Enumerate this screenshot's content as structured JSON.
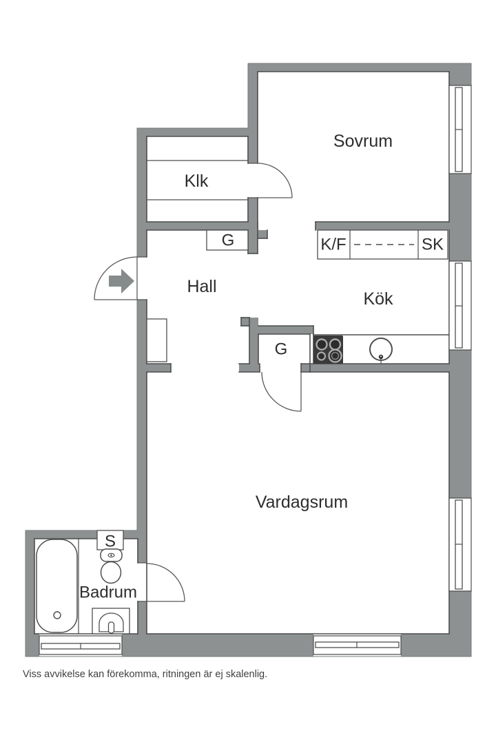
{
  "floorplan": {
    "rooms": {
      "bedroom": "Sovrum",
      "walk_in_closet": "Klk",
      "hall": "Hall",
      "kitchen": "Kök",
      "living_room": "Vardagsrum",
      "bathroom": "Badrum"
    },
    "fixtures": {
      "wardrobe_hall": "G",
      "wardrobe_kitchen": "G",
      "shaft": "S",
      "fridge_freezer": "K/F",
      "tall_cabinet": "SK"
    },
    "disclaimer": "Viss avvikelse kan förekomma, ritningen är ej skalenlig.",
    "colors": {
      "wall": "#8d9192",
      "outline": "#4d4d4d",
      "text": "#2d2d2d",
      "arrow": "#868b8b",
      "stove": "#3a3a3a",
      "background": "#ffffff"
    }
  }
}
